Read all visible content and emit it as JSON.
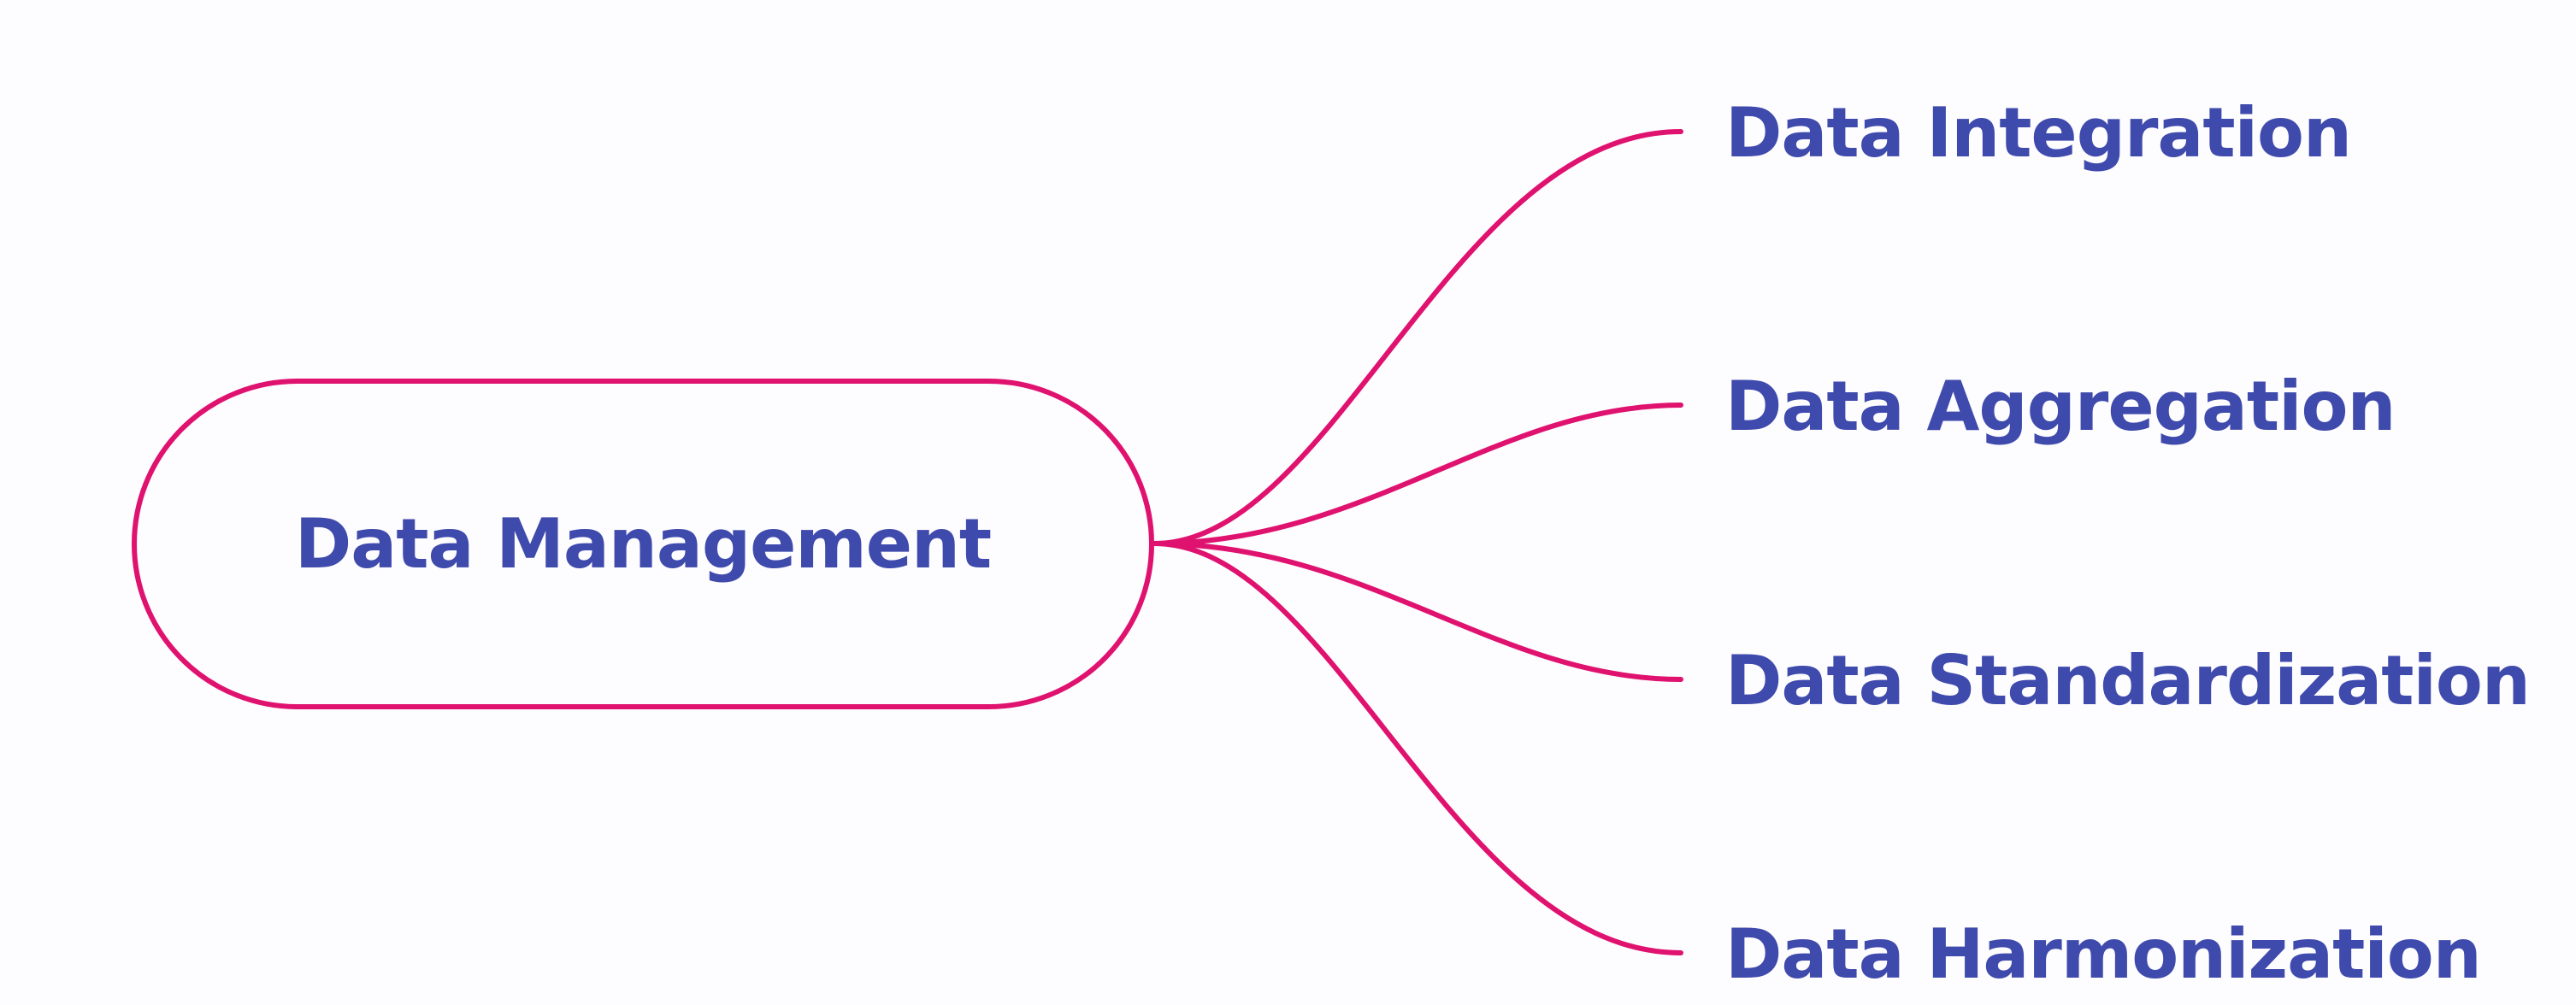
{
  "diagram": {
    "type": "mind-map",
    "colors": {
      "line": "#e0126f",
      "text": "#3f4aad",
      "background": "#fdfcfe"
    },
    "root": {
      "label": "Data Management"
    },
    "children": [
      {
        "label": "Data Integration"
      },
      {
        "label": "Data Aggregation"
      },
      {
        "label": "Data Standardization"
      },
      {
        "label": "Data Harmonization"
      }
    ]
  }
}
